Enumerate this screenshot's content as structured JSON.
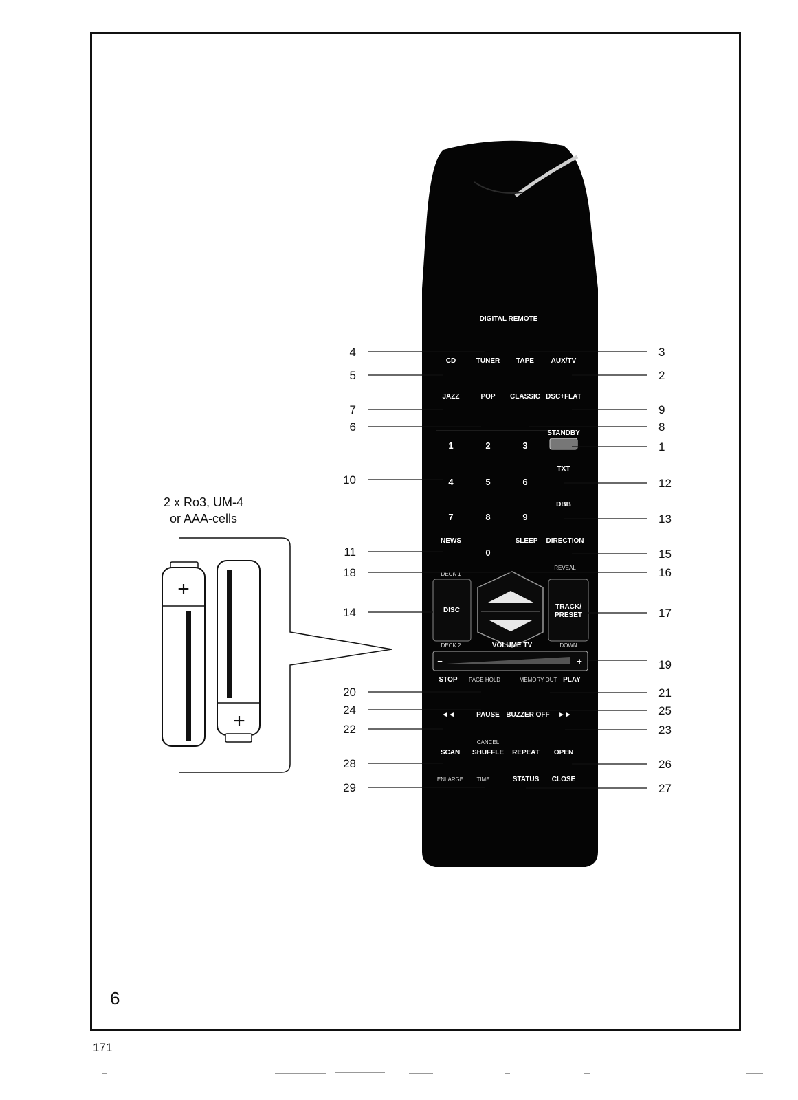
{
  "remote": {
    "brand_label": "DIGITAL REMOTE",
    "row1": [
      "CD",
      "TUNER",
      "TAPE",
      "AUX/TV"
    ],
    "row2": [
      "JAZZ",
      "POP",
      "CLASSIC",
      "DSC+FLAT"
    ],
    "standby": "STANDBY",
    "digits": [
      "1",
      "2",
      "3",
      "4",
      "5",
      "6",
      "7",
      "8",
      "9",
      "0"
    ],
    "txt": "TXT",
    "dbb": "DBB",
    "news": "NEWS",
    "sleep": "SLEEP",
    "direction": "DIRECTION",
    "reveal": "REVEAL",
    "deck1": "DECK 1",
    "disc": "DISC",
    "deck2": "DECK 2",
    "track_preset_1": "TRACK/",
    "track_preset_2": "PRESET",
    "down": "DOWN",
    "volume": "VOLUME TV",
    "minus": "−",
    "plus": "+",
    "stop": "STOP",
    "page_hold": "PAGE HOLD",
    "memory_out": "MEMORY OUT",
    "play": "PLAY",
    "rewind": "◄◄",
    "pause": "PAUSE",
    "buzzer_off": "BUZZER OFF",
    "ffwd": "►►",
    "cancel": "CANCEL",
    "scan": "SCAN",
    "shuffle": "SHUFFLE",
    "repeat": "REPEAT",
    "open": "OPEN",
    "enlarge": "ENLARGE",
    "time": "TIME",
    "status": "STATUS",
    "close": "CLOSE"
  },
  "callouts_left": [
    "4",
    "5",
    "7",
    "6",
    "10",
    "11",
    "18",
    "14",
    "20",
    "24",
    "22",
    "28",
    "29"
  ],
  "callouts_right": [
    "3",
    "2",
    "9",
    "8",
    "1",
    "12",
    "13",
    "15",
    "16",
    "17",
    "19",
    "21",
    "25",
    "23",
    "26",
    "27"
  ],
  "battery": {
    "label_line1": "2 x Ro3, UM-4",
    "label_line2": "or AAA-cells",
    "plus": "+"
  },
  "page_number": "6",
  "footer_number": "171"
}
